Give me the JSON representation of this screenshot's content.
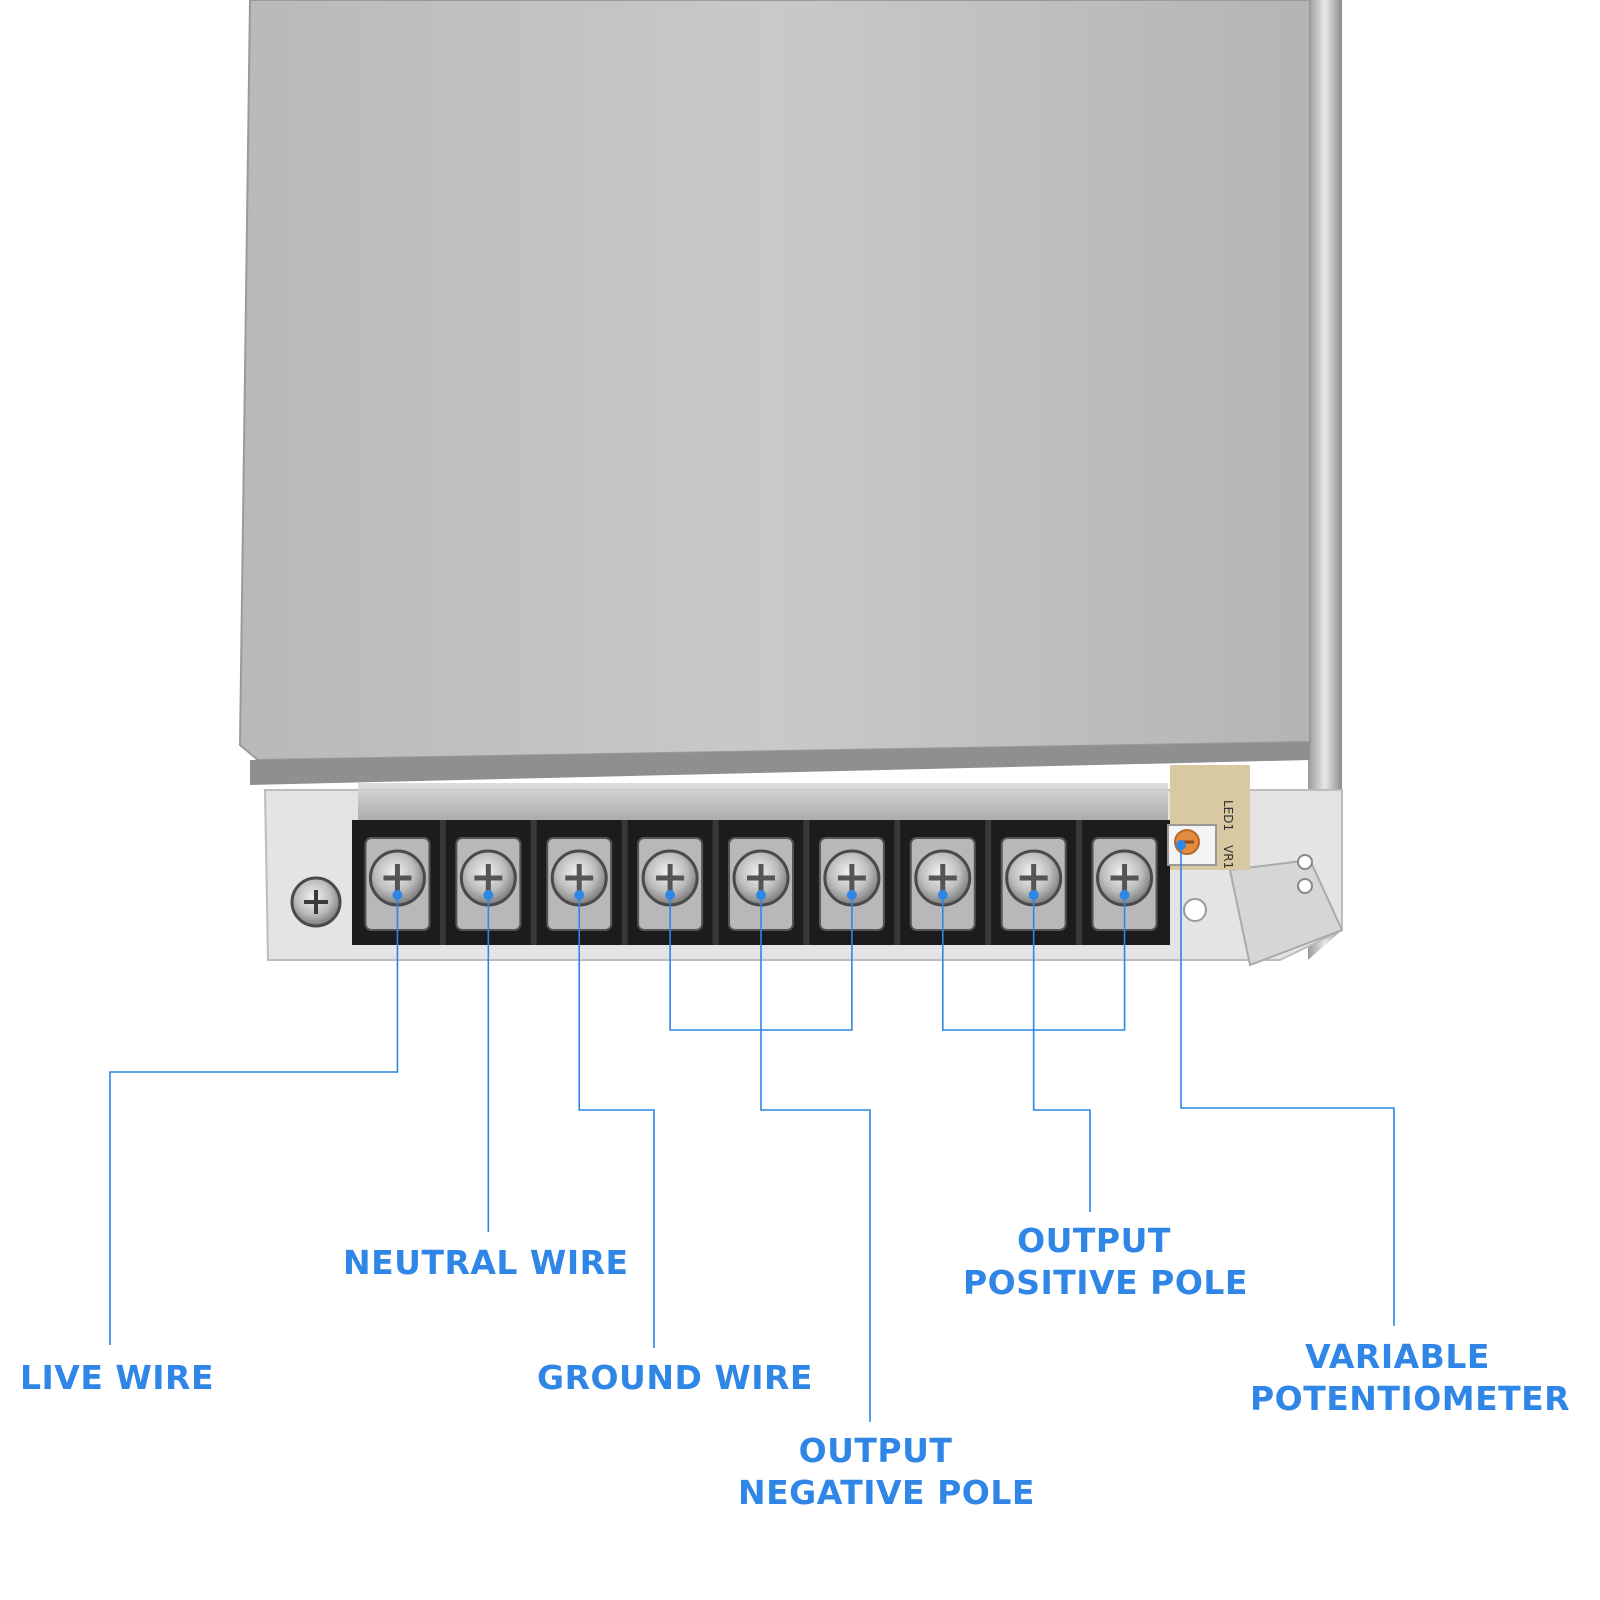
{
  "accent_color": "#2f86e6",
  "terminal_count": 9,
  "labels": {
    "live": [
      "LIVE WIRE"
    ],
    "neutral": [
      "NEUTRAL WIRE"
    ],
    "ground": [
      "GROUND WIRE"
    ],
    "negative": [
      "OUTPUT",
      "NEGATIVE POLE"
    ],
    "positive": [
      "OUTPUT",
      "POSITIVE POLE"
    ],
    "potentiometer": [
      "VARIABLE",
      "POTENTIOMETER"
    ]
  },
  "board_markings": {
    "led": "LED1",
    "pot": "VR1"
  }
}
